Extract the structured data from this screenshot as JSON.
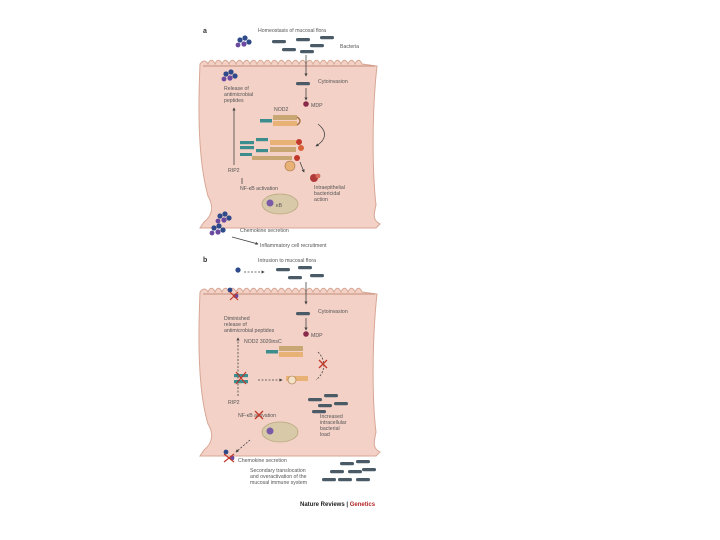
{
  "panel_a": {
    "letter": "a",
    "title": "Homeostasis of mucosal flora",
    "bacteria": "Bacteria",
    "cytoinvasion": "Cytoinvasion",
    "mdp": "MDP",
    "nod2": "NOD2",
    "release": [
      "Release of",
      "antimicrobial",
      "peptides"
    ],
    "rip2": "RIP2",
    "nfkb": "NF-κB activation",
    "intraepithelial": [
      "Intraepithelial",
      "bactericidal",
      "action"
    ],
    "chemokine": "Chemokine secretion",
    "recruitment": "Inflammatory cell recruitment"
  },
  "panel_b": {
    "letter": "b",
    "title": "Intrusion to mucosal flora",
    "cytoinvasion": "Cytoinvasion",
    "mdp": "MDP",
    "nod2": "NOD2 3020insC",
    "release": [
      "Diminished",
      "release of",
      "antimicrobial peptides"
    ],
    "rip2": "RIP2",
    "nfkb": "NF-κB activation",
    "increased": [
      "Increased",
      "intracellular",
      "bacterial",
      "load"
    ],
    "chemokine": "Chemokine secretion",
    "secondary": [
      "Secondary translocation",
      "and overactivation of the",
      "mucosal immune system"
    ]
  },
  "journal": {
    "name": "Nature Reviews",
    "separator": " | ",
    "section": "Genetics"
  },
  "colors": {
    "cell_fill": "#f3d1c6",
    "cell_stroke": "#d7a795",
    "nucleus": "#d8c9a8",
    "bacteria": "#4a5a66",
    "molecule_blue": "#2e4a8a",
    "molecule_purple": "#6a4aa0",
    "nod_teal": "#3c8e8e",
    "rip2_orange": "#e8b277",
    "red": "#c0392b"
  }
}
